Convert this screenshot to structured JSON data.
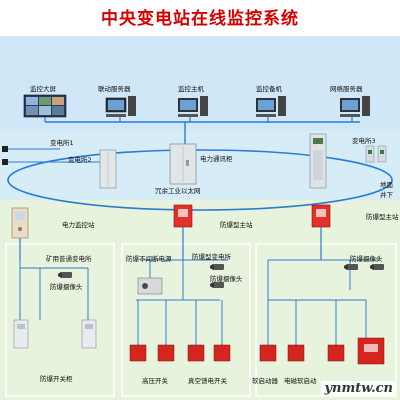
{
  "title": "中央变电站在线监控系统",
  "top_devices": {
    "big_screen": "监控大屏",
    "linkage_server": "联动服务器",
    "monitor_host": "监控主机",
    "monitor_backup": "监控备机",
    "network_server": "网络服务器"
  },
  "substations": {
    "sub1": "变电所1",
    "sub2": "变电所2",
    "sub3": "变电所3",
    "comm_cabinet": "电力通讯柜",
    "ring_network": "冗余工业以太网",
    "underground": "地面",
    "underground2": "井下"
  },
  "mid": {
    "power_monitor": "电力监控站",
    "explosion_master_left": "防爆型主站",
    "explosion_master_right": "防爆型主站"
  },
  "lower": {
    "mine_substation": "矿用普通变电所",
    "ex_camera_1": "防爆摄像头",
    "ex_switch_cabinet": "防爆开关柜",
    "ups": "防爆不间断电源",
    "ex_substation": "防爆型变电所",
    "ex_camera_2": "防爆摄像头",
    "ex_camera_3": "防爆摄像头",
    "hv_switch": "高压开关",
    "vacuum_switch": "真空馈电开关",
    "soft_starter": "软启动器",
    "em_soft_starter": "电磁软启动"
  },
  "watermark": "ynmtw.cn"
}
